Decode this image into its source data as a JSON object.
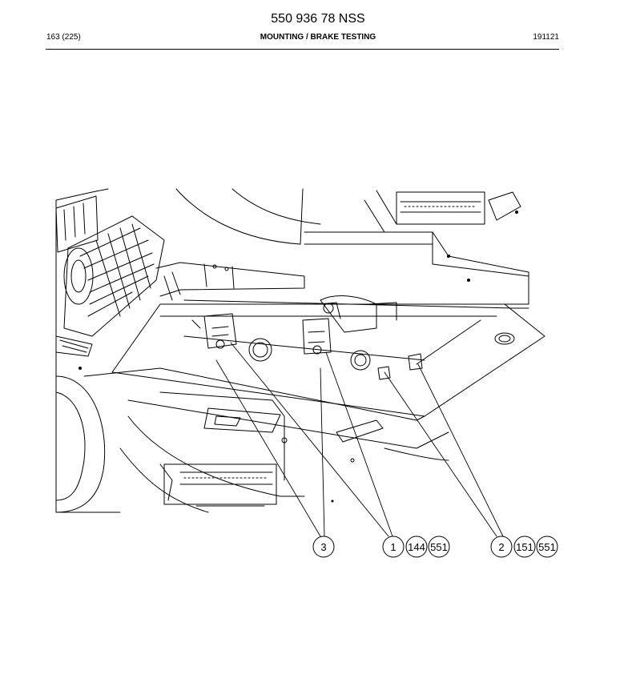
{
  "header": {
    "doc_number": "550 936 78 NSS",
    "page_count": "163 (225)",
    "section_title": "MOUNTING / BRAKE TESTING",
    "date_code": "191121"
  },
  "callouts": [
    {
      "id": "c3",
      "label": "3"
    },
    {
      "id": "c1",
      "label": "1"
    },
    {
      "id": "c144a",
      "label": "144"
    },
    {
      "id": "c551a",
      "label": "551"
    },
    {
      "id": "c2",
      "label": "2"
    },
    {
      "id": "c151",
      "label": "151"
    },
    {
      "id": "c551b",
      "label": "551"
    }
  ]
}
